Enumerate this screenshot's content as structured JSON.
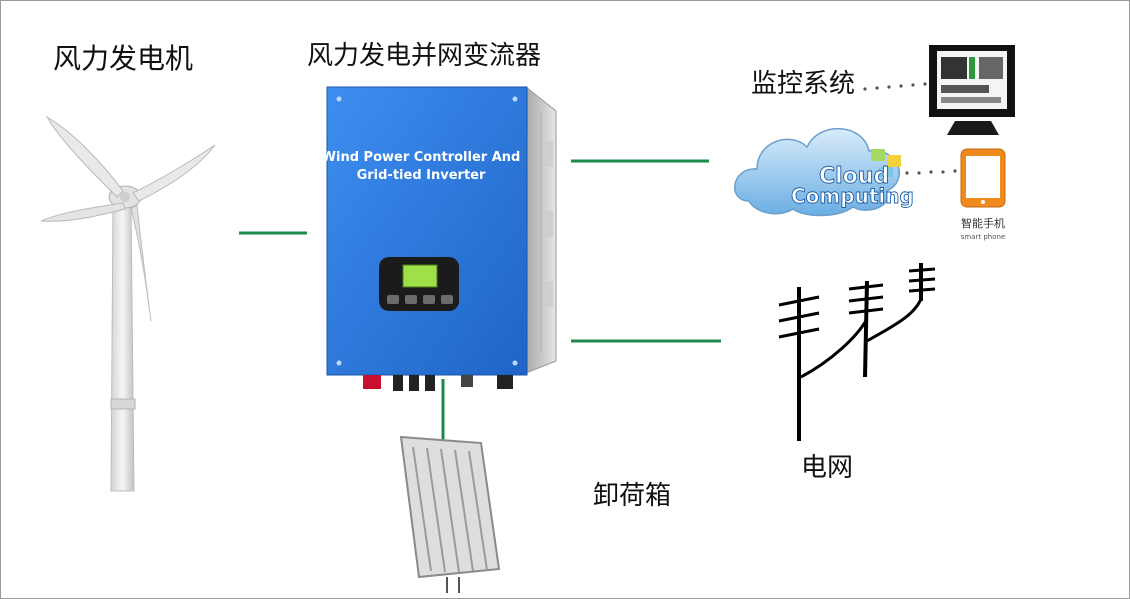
{
  "labels": {
    "wind_turbine": "风力发电机",
    "inverter": "风力发电并网变流器",
    "monitoring": "监控系统",
    "grid": "电网",
    "dump_load": "卸荷箱"
  },
  "inverter_panel": {
    "line1": "Wind Power Controller And",
    "line2": "Grid-tied Inverter"
  },
  "cloud": {
    "line1": "Cloud",
    "line2": "Computing"
  },
  "phone_caption": {
    "cn": "智能手机",
    "en": "smart phone"
  },
  "colors": {
    "connector": "#1e8a4c",
    "inverter_body": "#2f7fe0",
    "cloud": "#7ab8e6"
  }
}
